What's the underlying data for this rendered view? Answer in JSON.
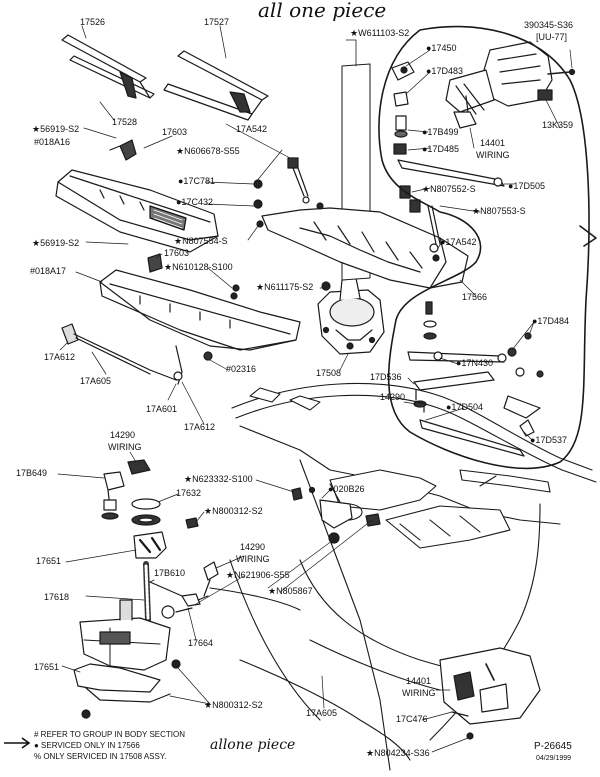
{
  "diagram": {
    "handwritten_top": "all one piece",
    "handwritten_bottom": "allone piece",
    "notes": [
      "# REFER TO GROUP IN BODY SECTION",
      "● SERVICED ONLY IN 17566",
      "% ONLY SERVICED IN 17508 ASSY."
    ],
    "ref_code": "P-26645",
    "ref_date": "04/29/1999",
    "labels": {
      "l17526": "17526",
      "l17527": "17527",
      "l17528": "17528",
      "l56919a": "★56919-S2",
      "l018A16": "#018A16",
      "l17603a": "17603",
      "l17A542a": "17A542",
      "lN606678": "★N606678-S55",
      "l17C781": "●17C781",
      "l17C432": "●17C432",
      "l56919b": "★56919-S2",
      "l17603b": "17603",
      "lN807554": "★N807554-S",
      "lN610128": "★N610128-S100",
      "l018A17": "#018A17",
      "lN611175": "★N611175-S2",
      "l17A612a": "17A612",
      "l17A605a": "17A605",
      "l17A601": "17A601",
      "l02316": "#02316",
      "l17A612b": "17A612",
      "l17508": "17508",
      "lW611103": "★W611103-S2",
      "l17450": "●17450",
      "l17D483": "●17D483",
      "l390345": "390345-S36",
      "lUU77": "[UU-77]",
      "l17B499": "●17B499",
      "l17D485": "●17D485",
      "l14401a": "14401",
      "l14401a_w": "WIRING",
      "l13K359": "13K359",
      "lN807552": "★N807552-S",
      "l17D505": "●17D505",
      "lN807553": "★N807553-S",
      "l17A542b": "●17A542",
      "l17566": "17566",
      "l17D484": "●17D484",
      "l17N430": "●17N430",
      "l17D536": "17D536",
      "l14290a": "14290",
      "l17D504": "●17D504",
      "l17D537": "●17D537",
      "l14290b": "14290",
      "l14290b_w": "WIRING",
      "l17B649": "17B649",
      "l17632": "17632",
      "lN623332": "★N623332-S100",
      "lN800312a": "★N800312-S2",
      "l020B26": "●020B26",
      "l17651a": "17651",
      "l14290c": "14290",
      "l14290c_w": "WIRING",
      "l17B610": "17B610",
      "lN621906": "★N621906-S55",
      "lN805867": "★N805867",
      "l17618": "17618",
      "l17664": "17664",
      "l17651b": "17651",
      "lN800312b": "★N800312-S2",
      "l17A605b": "17A605",
      "l14401b": "14401",
      "l14401b_w": "WIRING",
      "l17C476": "17C476",
      "lN804234": "★N804234-S36"
    }
  }
}
